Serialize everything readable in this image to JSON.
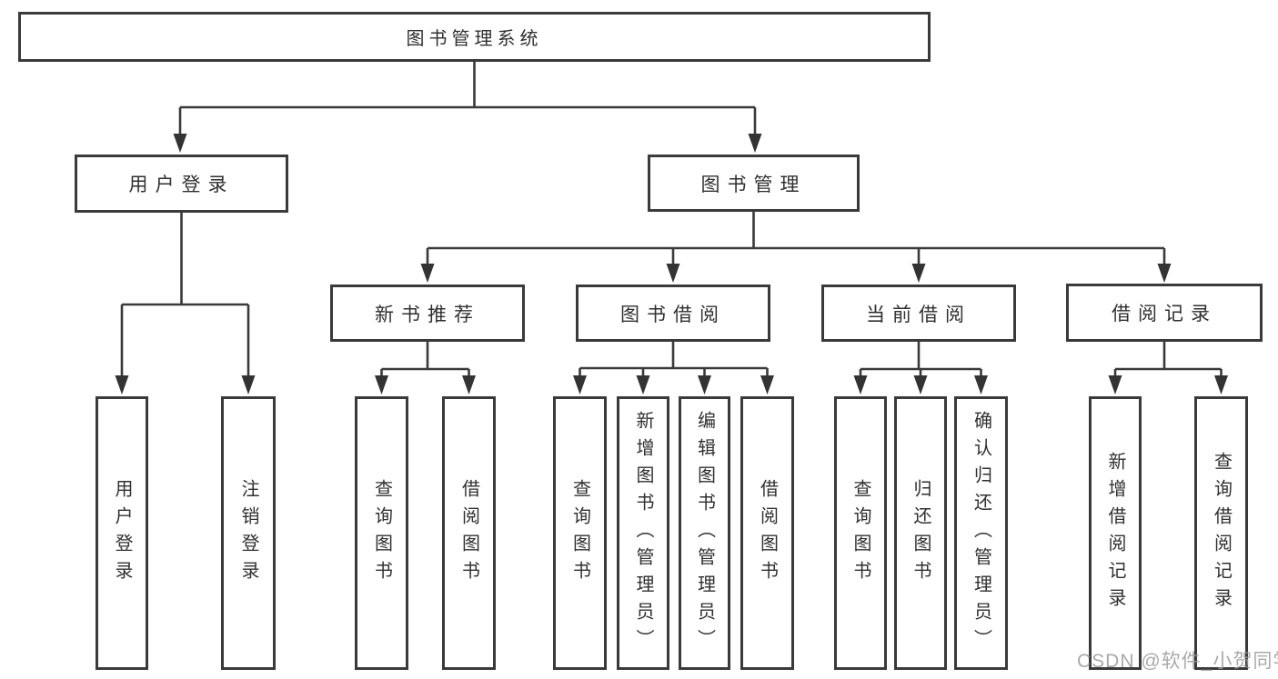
{
  "diagram": {
    "root": "图书管理系统",
    "branches": {
      "user_login": "用户登录",
      "book_mgmt": "图书管理"
    },
    "modules": {
      "new_books": "新书推荐",
      "borrowing": "图书借阅",
      "current": "当前借阅",
      "records": "借阅记录"
    },
    "leaves": {
      "user_login": [
        "用户登录",
        "注销登录"
      ],
      "new_books": [
        "查询图书",
        "借阅图书"
      ],
      "borrowing": [
        "查询图书",
        "新增图书（管理员）",
        "编辑图书（管理员）",
        "借阅图书"
      ],
      "current": [
        "查询图书",
        "归还图书",
        "确认归还（管理员）"
      ],
      "records": [
        "新增借阅记录",
        "查询借阅记录"
      ]
    }
  },
  "watermark": "CSDN @软件_小贺同学",
  "colors": {
    "border": "#3a3a3a",
    "text": "#303030",
    "line": "#3a3a3a",
    "watermark": "#9b9b9b",
    "background": "#ffffff"
  }
}
